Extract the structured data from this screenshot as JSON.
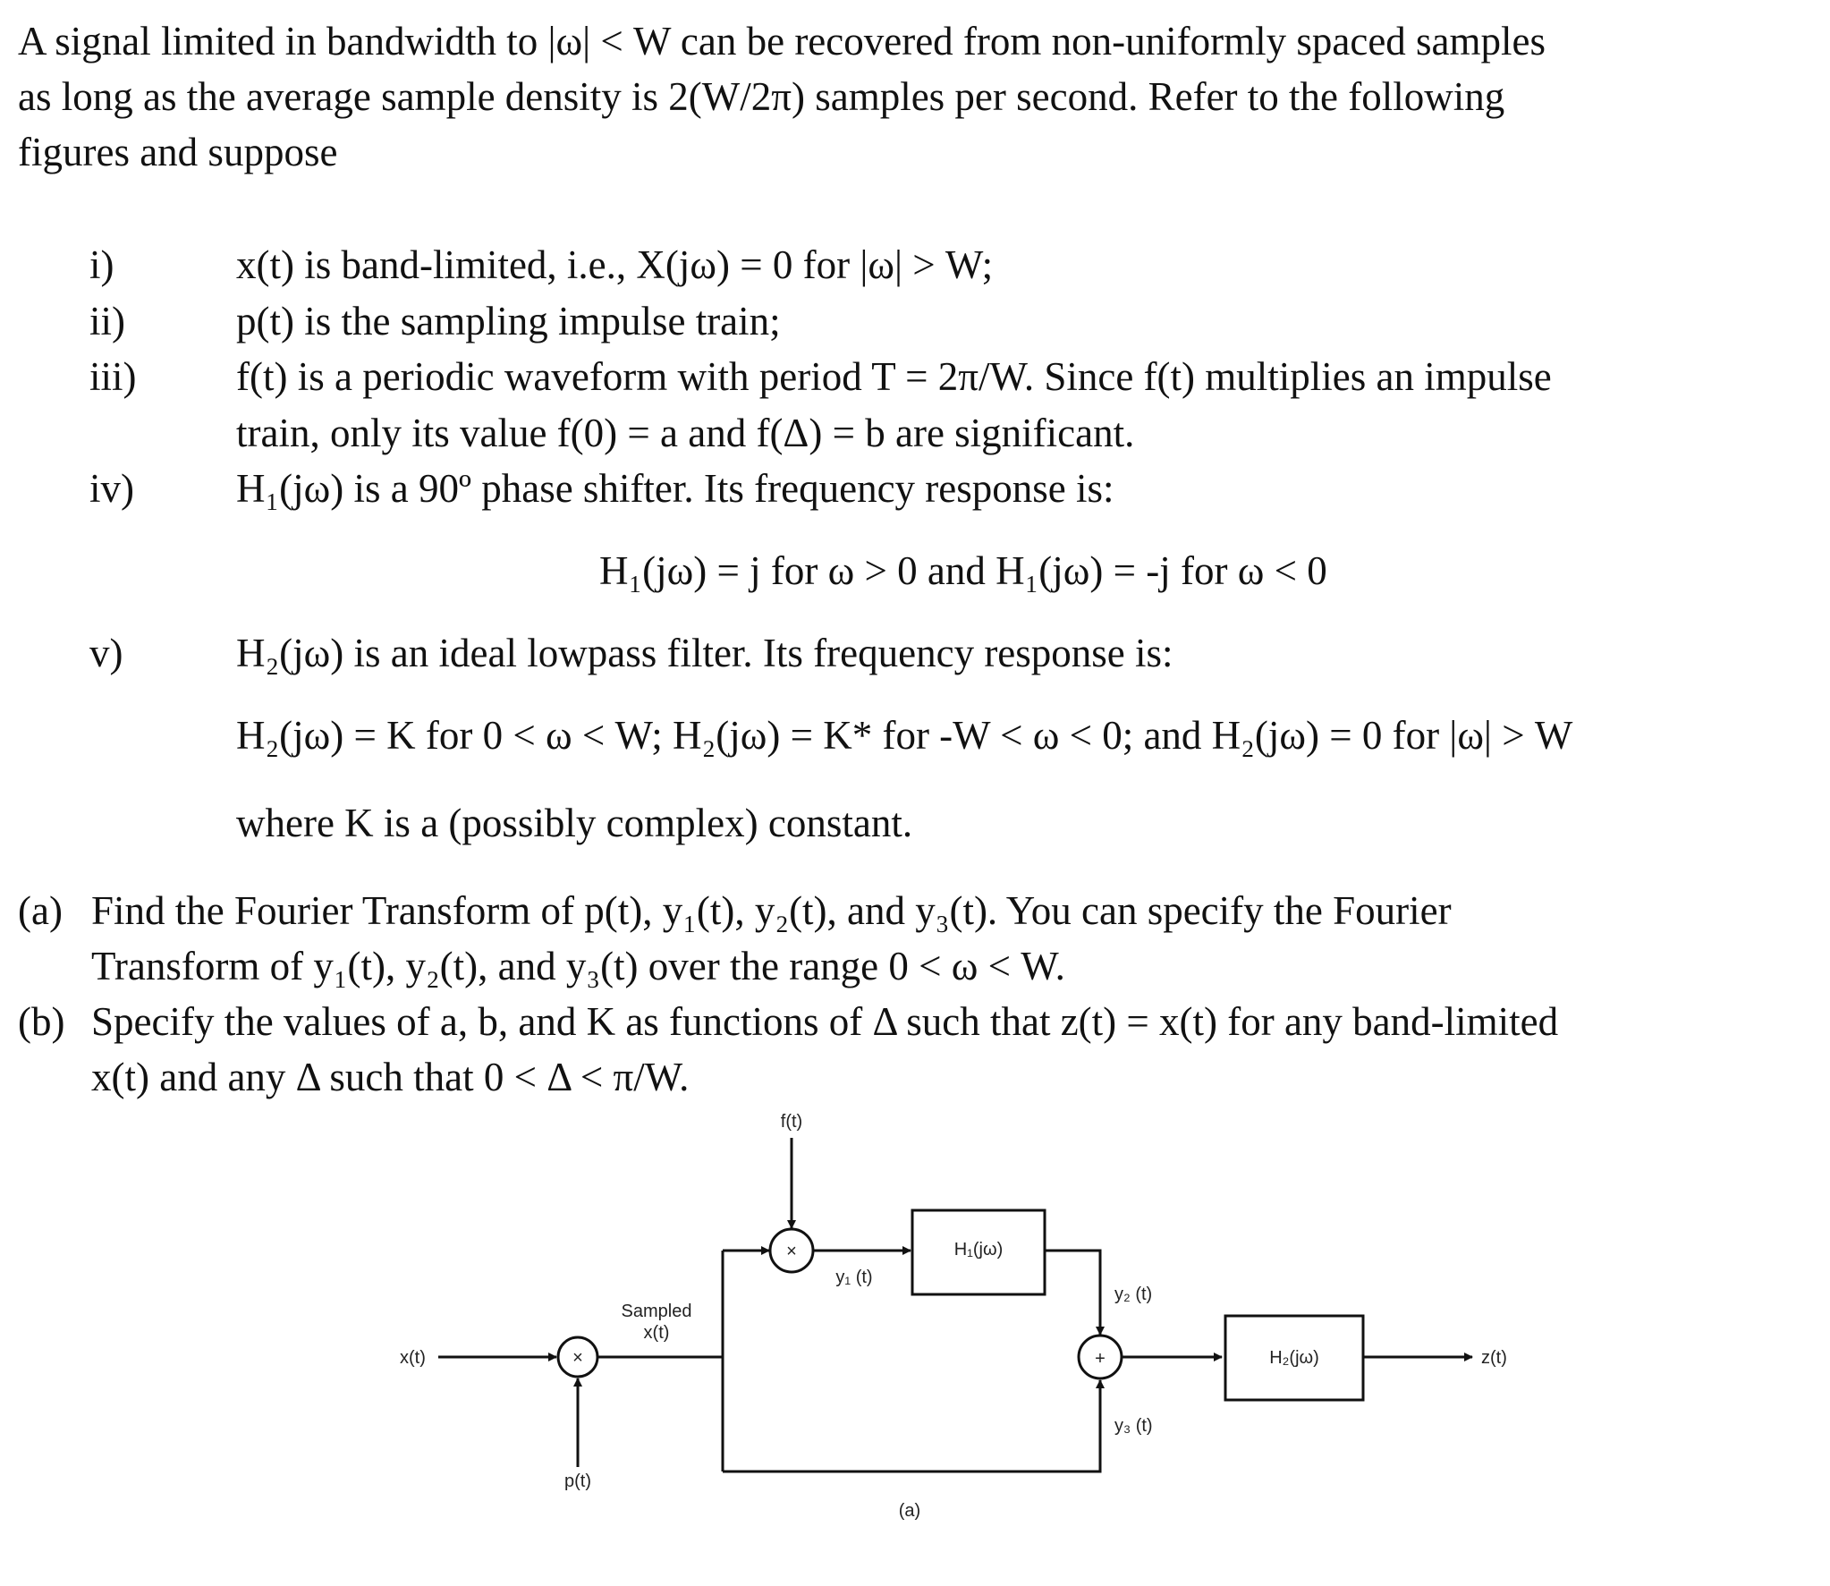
{
  "intro": {
    "line1": "A signal limited in bandwidth to |ω| < W can be recovered from non-uniformly spaced samples",
    "line2": "as long as the average sample density is 2(W/2π) samples per second. Refer to the following",
    "line3": "figures and suppose"
  },
  "conditions": [
    {
      "num": "i)",
      "lines": [
        "x(t) is band-limited, i.e., X(jω) = 0 for |ω| > W;"
      ]
    },
    {
      "num": "ii)",
      "lines": [
        "p(t) is the sampling impulse train;"
      ]
    },
    {
      "num": "iii)",
      "lines": [
        "f(t) is a periodic waveform with period T = 2π/W. Since f(t) multiplies an impulse",
        "train, only its value f(0) = a and f(Δ) = b are significant."
      ]
    },
    {
      "num": "iv)",
      "lines": [
        "H₁(jω) is a 90º phase shifter. Its frequency response is:"
      ],
      "equation": "H₁(jω) = j for ω > 0 and H₁(jω) = -j for ω < 0"
    },
    {
      "num": "v)",
      "lines": [
        "H₂(jω) is an ideal lowpass filter. Its frequency response is:"
      ],
      "equation": "H₂(jω) = K for 0 < ω < W; H₂(jω) = K* for -W < ω < 0; and H₂(jω) = 0 for |ω| > W",
      "note": "where K is a (possibly complex) constant."
    }
  ],
  "questions": [
    {
      "label": "(a)",
      "lines": [
        "Find the Fourier Transform of p(t), y₁(t), y₂(t), and y₃(t). You can specify the Fourier",
        "Transform of y₁(t), y₂(t), and y₃(t) over the range 0 < ω < W."
      ]
    },
    {
      "label": "(b)",
      "lines": [
        "Specify the values of a, b, and K as functions of Δ such that z(t) = x(t) for any band-limited",
        "x(t) and any Δ such that 0 < Δ < π/W."
      ]
    }
  ],
  "diagram": {
    "labels": {
      "ft": "f(t)",
      "xt": "x(t)",
      "pt": "p(t)",
      "sampled_1": "Sampled",
      "sampled_2": "x(t)",
      "y1": "y₁ (t)",
      "y2": "y₂ (t)",
      "y3": "y₃ (t)",
      "h1": "H₁(jω)",
      "h2": "H₂(jω)",
      "zt": "z(t)",
      "caption": "(a)"
    },
    "symbols": {
      "multiply": "×",
      "add": "+"
    }
  }
}
